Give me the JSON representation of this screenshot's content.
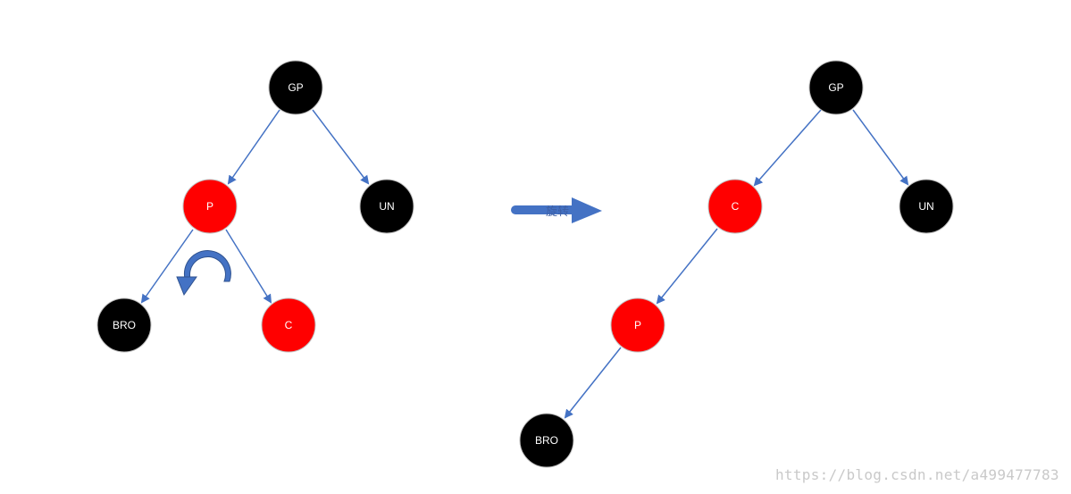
{
  "colors": {
    "black_node": "#000000",
    "red_node": "#ff0000",
    "node_border": "#bfbfbf",
    "edge": "#4472c4",
    "rotate_arrow": "#4472c4",
    "label": "#ffffff"
  },
  "before": {
    "nodes": {
      "gp": {
        "label": "GP",
        "color": "black"
      },
      "p": {
        "label": "P",
        "color": "red"
      },
      "un": {
        "label": "UN",
        "color": "black"
      },
      "bro": {
        "label": "BRO",
        "color": "black"
      },
      "c": {
        "label": "C",
        "color": "red"
      }
    },
    "rotation_icon": "counterclockwise-rotate-icon"
  },
  "transition": {
    "label": "旋转",
    "icon": "right-arrow-icon"
  },
  "after": {
    "nodes": {
      "gp": {
        "label": "GP",
        "color": "black"
      },
      "c": {
        "label": "C",
        "color": "red"
      },
      "un": {
        "label": "UN",
        "color": "black"
      },
      "p": {
        "label": "P",
        "color": "red"
      },
      "bro": {
        "label": "BRO",
        "color": "black"
      }
    }
  },
  "watermark": "https://blog.csdn.net/a499477783"
}
